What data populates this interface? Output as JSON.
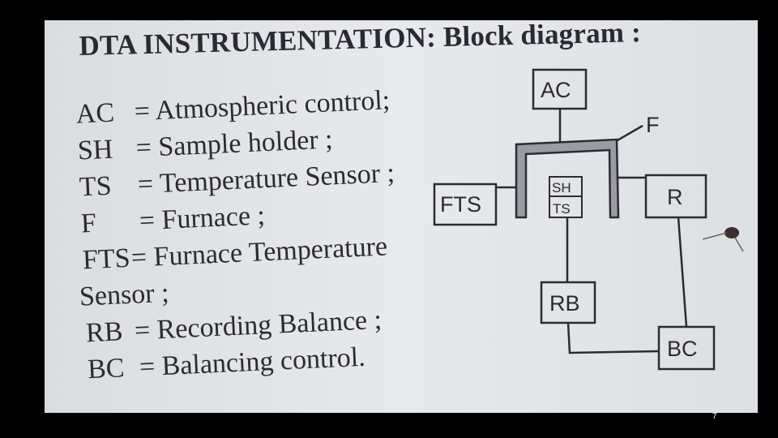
{
  "title": "DTA INSTRUMENTATION: Block diagram :",
  "legend": [
    {
      "abbr": "AC",
      "desc": "= Atmospheric control;"
    },
    {
      "abbr": "SH",
      "desc": "= Sample holder ;"
    },
    {
      "abbr": "TS",
      "desc": "= Temperature Sensor ;"
    },
    {
      "abbr": "F",
      "desc": "= Furnace ;"
    },
    {
      "abbr": "FTS",
      "desc": "= Furnace Temperature"
    },
    {
      "cont": "Sensor ;"
    },
    {
      "abbr": "RB",
      "desc": "= Recording Balance ;"
    },
    {
      "abbr": "BC",
      "desc": "= Balancing control."
    }
  ],
  "diagram": {
    "ac": "AC",
    "furnace": "F",
    "fts": "FTS",
    "sh": "SH",
    "ts": "TS",
    "r": "R",
    "rb": "RB",
    "bc": "BC"
  },
  "page_number": "7"
}
